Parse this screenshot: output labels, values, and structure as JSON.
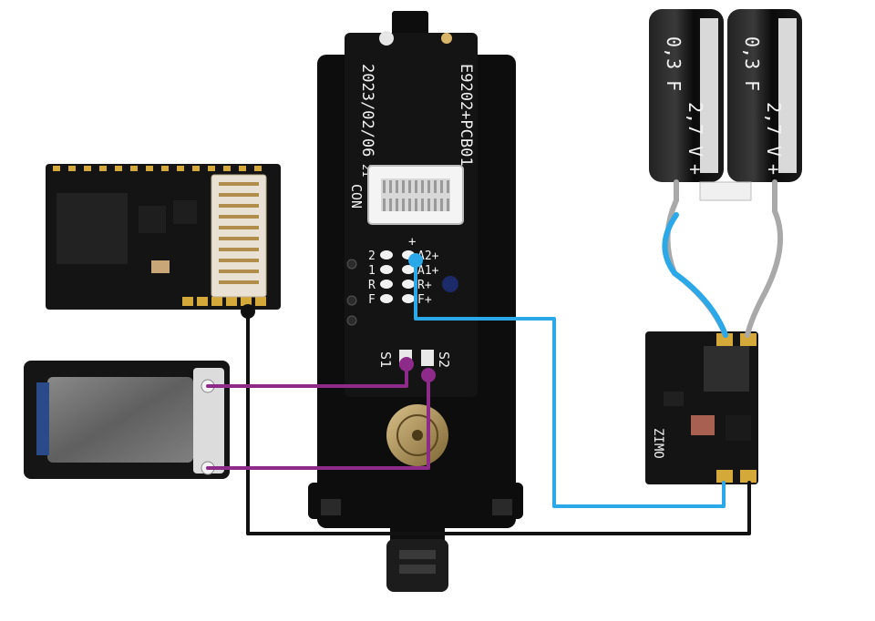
{
  "colors": {
    "background": "#ffffff",
    "pcb_black": "#141414",
    "housing_black": "#0d0d0d",
    "gold_pad": "#d4a93a",
    "wire_black": "#111111",
    "wire_purple": "#8e2a8a",
    "wire_blue": "#2aa8e8",
    "wire_grey": "#a9a9a9",
    "speaker_metal": "#c9c9c9",
    "label_white": "#f2f2f2"
  },
  "main_board": {
    "part_number": "E9202+PCB01",
    "date_code": "2023/02/06",
    "connector_label": "CON",
    "connector_pin_mark": "21",
    "plus_mark": "+",
    "pad_labels_left": [
      "2",
      "1",
      "R",
      "F"
    ],
    "pad_labels_right": [
      "A2+",
      "A1+",
      "R+",
      "F+"
    ],
    "speaker_pad_1": "S1",
    "speaker_pad_2": "S2"
  },
  "capacitors": [
    {
      "capacitance": "0,3 F",
      "voltage": "2,7 V",
      "polarity": "+"
    },
    {
      "capacitance": "0,3 F",
      "voltage": "2,7 V",
      "polarity": "+"
    }
  ],
  "buffer_module": {
    "marking": "ZIMO"
  },
  "sound_decoder": {
    "chip_marking": ""
  },
  "icons": {
    "speaker": "speaker-icon",
    "capacitor": "capacitor-icon",
    "decoder": "chip-icon"
  }
}
